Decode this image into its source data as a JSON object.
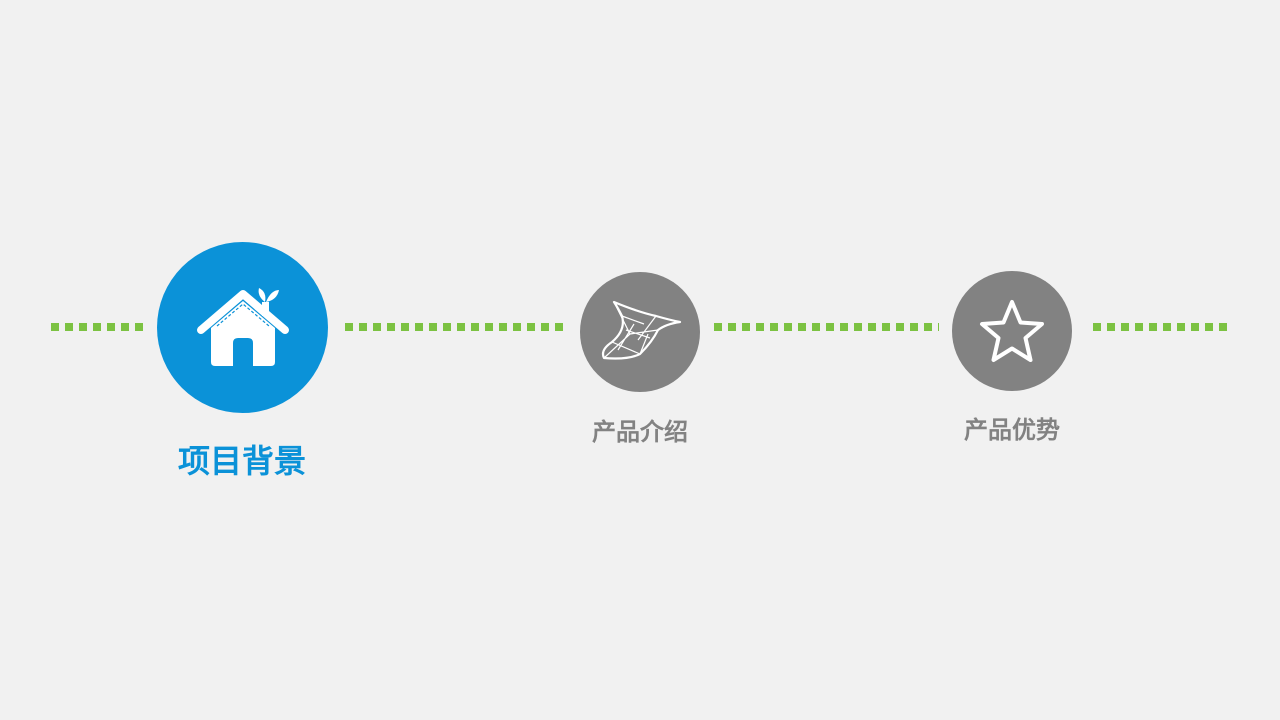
{
  "colors": {
    "background": "#f1f1f1",
    "accent": "#0b92d8",
    "inactive": "#828282",
    "connector": "#7cc242"
  },
  "steps": [
    {
      "label": "项目背景",
      "icon": "house-icon",
      "state": "active"
    },
    {
      "label": "产品介绍",
      "icon": "sql-server-icon",
      "state": "inactive"
    },
    {
      "label": "产品优势",
      "icon": "star-icon",
      "state": "inactive"
    }
  ]
}
